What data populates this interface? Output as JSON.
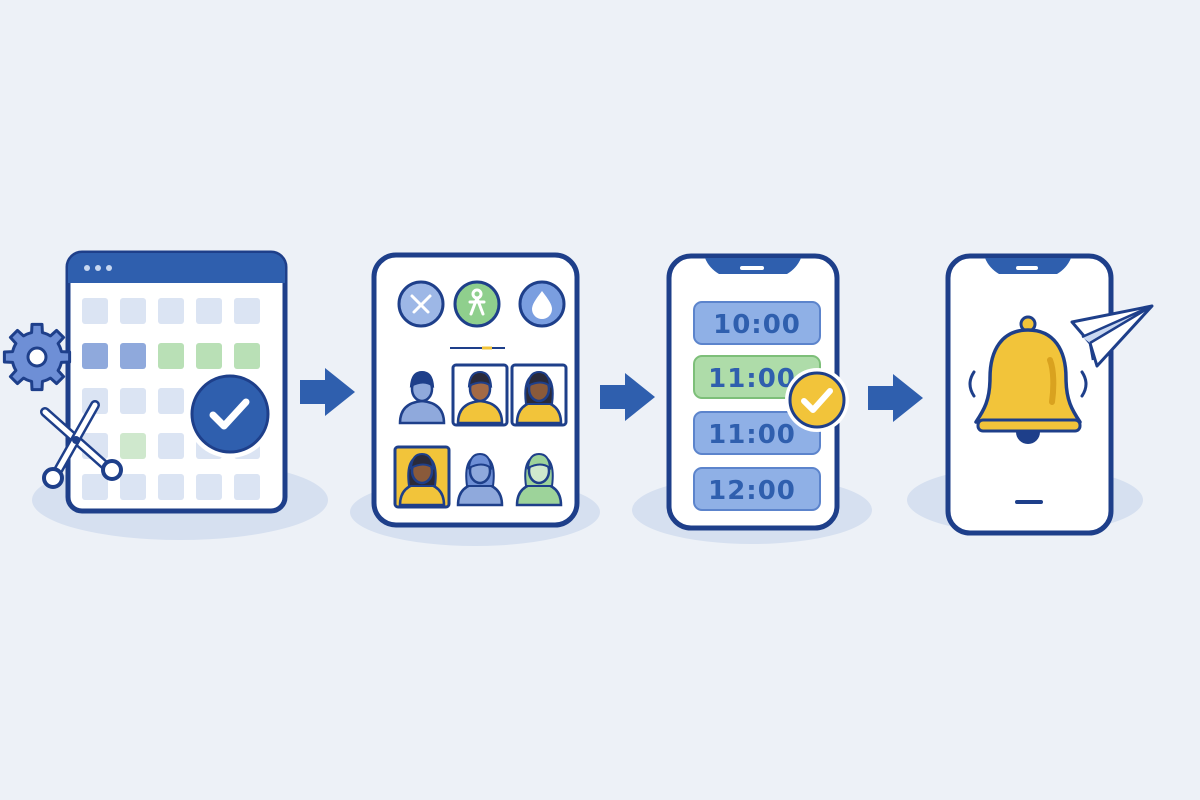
{
  "colors": {
    "background": "#edf1f7",
    "primary": "#2f5fae",
    "outline": "#1e3f8a",
    "accent_yellow": "#f2c43a",
    "accent_green": "#9dd39a",
    "light_blue": "#9db7e6",
    "shadow": "#d6e0f0"
  },
  "steps": [
    {
      "icon": "calendar-settings-icon"
    },
    {
      "icon": "service-staff-selection-icon"
    },
    {
      "icon": "time-slot-selection-icon"
    },
    {
      "icon": "notification-bell-icon"
    }
  ],
  "time_slots": [
    {
      "label": "10:00",
      "state": "available"
    },
    {
      "label": "11:00",
      "state": "selected"
    },
    {
      "label": "11:00",
      "state": "available"
    },
    {
      "label": "12:00",
      "state": "available"
    }
  ]
}
